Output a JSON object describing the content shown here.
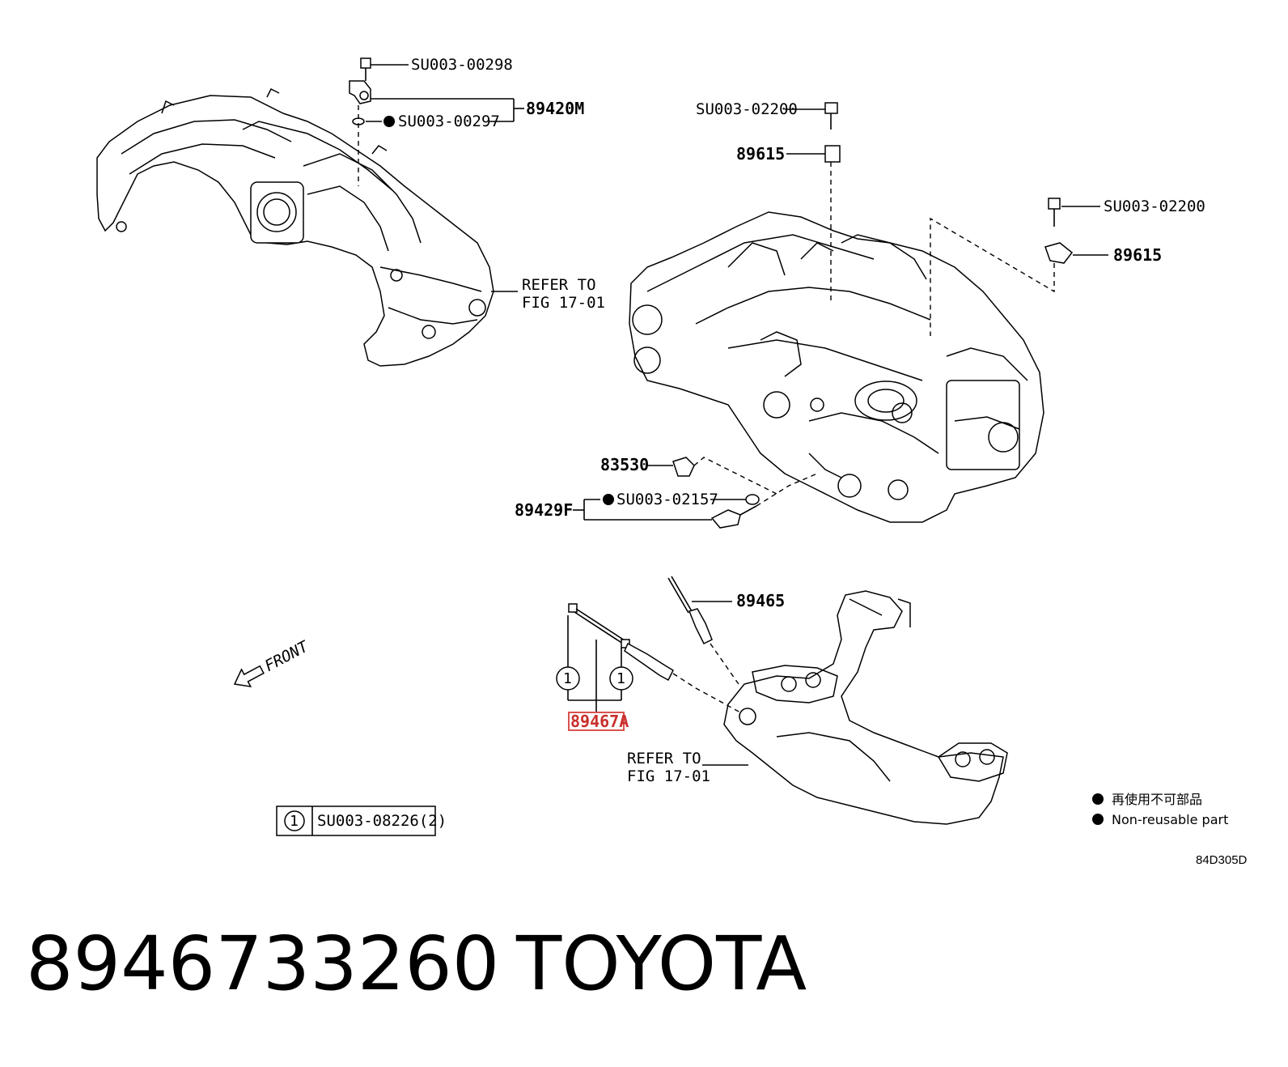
{
  "labels": {
    "bolt_intake": "SU003-00298",
    "intake_sensor": "89420M",
    "gasket_intake": "SU003-00297",
    "bolt_left": "SU003-02200",
    "knock_left": "89615",
    "bolt_right": "SU003-02200",
    "knock_right": "89615",
    "refer_top_1": "REFER TO",
    "refer_top_2": "FIG 17-01",
    "switch": "83530",
    "temp_sensor": "89429F",
    "gasket_temp": "SU003-02157",
    "o2_rear": "89465",
    "o2_front": "89467A",
    "circle_marker": "1",
    "refer_bottom_1": "REFER TO",
    "refer_bottom_2": "FIG 17-01",
    "front": "FRONT",
    "clamp_box": "SU003-08226(2)"
  },
  "legend": {
    "line_jp": "再使用不可部品",
    "line_en": "Non-reusable part"
  },
  "figure_code": "84D305D",
  "footer": {
    "part_number": "8946733260",
    "brand": "TOYOTA"
  },
  "colors": {
    "highlight": "#d9534f"
  },
  "icons": {
    "non_reusable": "filled-circle-icon",
    "front_arrow": "arrow-left-icon"
  }
}
